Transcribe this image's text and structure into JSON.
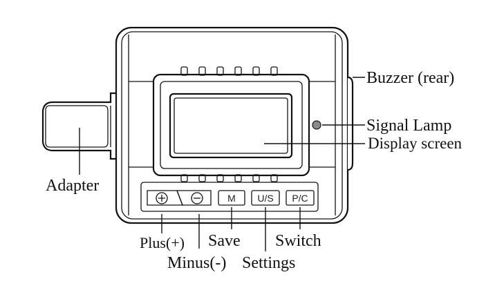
{
  "labels": {
    "buzzer": "Buzzer (rear)",
    "signal_lamp": "Signal Lamp",
    "display_screen": "Display screen",
    "adapter": "Adapter",
    "plus": "Plus(+)",
    "minus": "Minus(-)",
    "save": "Save",
    "settings": "Settings",
    "switch": "Switch"
  },
  "buttons": {
    "plus_symbol": "+",
    "minus_symbol": "−",
    "m": "M",
    "us": "U/S",
    "pc": "P/C"
  },
  "colors": {
    "outline": "#111111",
    "signal_lamp": "#8a8a8a"
  }
}
